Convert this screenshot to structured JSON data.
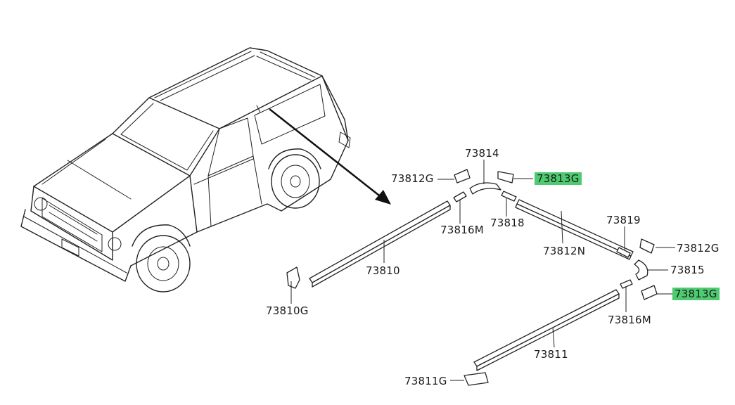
{
  "parts": {
    "p73814": "73814",
    "p73812G_top": "73812G",
    "p73813G_top": "73813G",
    "p73816M_top": "73816M",
    "p73818": "73818",
    "p73819": "73819",
    "p73812G_right": "73812G",
    "p73812N": "73812N",
    "p73815": "73815",
    "p73810": "73810",
    "p73813G_right": "73813G",
    "p73810G": "73810G",
    "p73816M_right": "73816M",
    "p73811": "73811",
    "p73811G": "73811G"
  },
  "colors": {
    "highlight": "#4ecb71",
    "line": "#222222",
    "background": "#ffffff"
  }
}
